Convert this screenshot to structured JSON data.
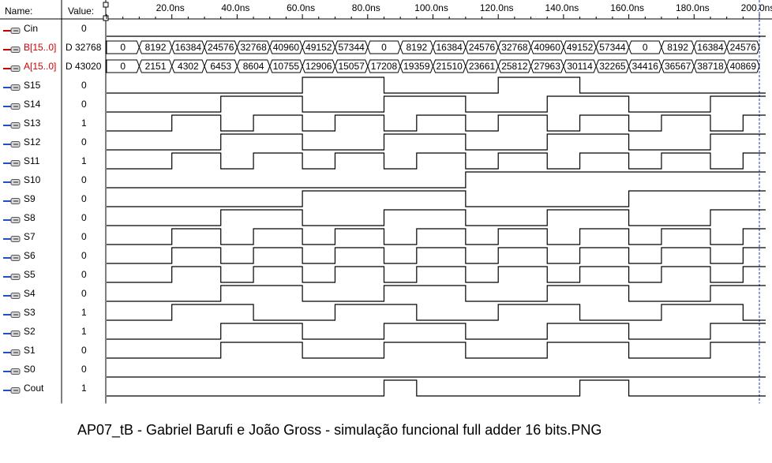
{
  "header": {
    "name_label": "Name:",
    "value_label": "Value:"
  },
  "timeline": {
    "ticks": [
      "20.0ns",
      "40.0ns",
      "60.0ns",
      "80.0ns",
      "100.0ns",
      "120.0ns",
      "140.0ns",
      "160.0ns",
      "180.0ns",
      "200.0ns"
    ]
  },
  "signals": [
    {
      "name": "Cin",
      "value": "0",
      "kind": "input",
      "type": "bit",
      "transitions": [],
      "init": 0
    },
    {
      "name": "B[15..0]",
      "value": "D 32768",
      "kind": "input",
      "type": "bus",
      "segments": [
        "0",
        "8192",
        "16384",
        "24576",
        "32768",
        "40960",
        "49152",
        "57344",
        "0",
        "8192",
        "16384",
        "24576",
        "32768",
        "40960",
        "49152",
        "57344",
        "0",
        "8192",
        "16384",
        "24576"
      ]
    },
    {
      "name": "A[15..0]",
      "value": "D 43020",
      "kind": "input",
      "type": "bus",
      "segments": [
        "0",
        "2151",
        "4302",
        "6453",
        "8604",
        "10755",
        "12906",
        "15057",
        "17208",
        "19359",
        "21510",
        "23661",
        "25812",
        "27963",
        "30114",
        "32265",
        "34416",
        "36567",
        "38718",
        "40869"
      ]
    },
    {
      "name": "S15",
      "value": "0",
      "kind": "output",
      "type": "bit",
      "init": 0,
      "transitions": [
        60,
        85,
        120,
        145
      ]
    },
    {
      "name": "S14",
      "value": "0",
      "kind": "output",
      "type": "bit",
      "init": 0,
      "transitions": [
        35,
        60,
        85,
        110,
        135,
        160,
        185
      ]
    },
    {
      "name": "S13",
      "value": "1",
      "kind": "output",
      "type": "bit",
      "init": 0,
      "transitions": [
        20,
        35,
        45,
        60,
        70,
        85,
        95,
        110,
        120,
        135,
        145,
        160,
        170,
        185,
        195
      ]
    },
    {
      "name": "S12",
      "value": "0",
      "kind": "output",
      "type": "bit",
      "init": 0,
      "transitions": [
        35,
        60,
        85,
        110,
        135,
        160,
        185
      ]
    },
    {
      "name": "S11",
      "value": "1",
      "kind": "output",
      "type": "bit",
      "init": 0,
      "transitions": [
        20,
        35,
        45,
        60,
        70,
        85,
        95,
        110,
        120,
        135,
        145,
        160,
        170,
        185,
        195
      ]
    },
    {
      "name": "S10",
      "value": "0",
      "kind": "output",
      "type": "bit",
      "init": 0,
      "transitions": [
        110
      ]
    },
    {
      "name": "S9",
      "value": "0",
      "kind": "output",
      "type": "bit",
      "init": 0,
      "transitions": [
        60,
        110,
        160
      ]
    },
    {
      "name": "S8",
      "value": "0",
      "kind": "output",
      "type": "bit",
      "init": 0,
      "transitions": [
        35,
        60,
        85,
        110,
        135,
        160,
        185
      ]
    },
    {
      "name": "S7",
      "value": "0",
      "kind": "output",
      "type": "bit",
      "init": 0,
      "transitions": [
        20,
        35,
        45,
        60,
        70,
        85,
        95,
        110,
        120,
        135,
        145,
        160,
        170,
        185,
        195
      ]
    },
    {
      "name": "S6",
      "value": "0",
      "kind": "output",
      "type": "bit",
      "init": 0,
      "transitions": [
        20,
        35,
        45,
        60,
        70,
        85,
        95,
        110,
        120,
        135,
        145,
        160,
        170,
        185,
        195
      ]
    },
    {
      "name": "S5",
      "value": "0",
      "kind": "output",
      "type": "bit",
      "init": 0,
      "transitions": [
        20,
        35,
        45,
        60,
        70,
        85,
        95,
        110,
        120,
        135,
        145,
        160,
        170,
        185,
        195
      ]
    },
    {
      "name": "S4",
      "value": "0",
      "kind": "output",
      "type": "bit",
      "init": 0,
      "transitions": [
        35,
        60,
        85,
        110,
        135,
        160,
        185
      ]
    },
    {
      "name": "S3",
      "value": "1",
      "kind": "output",
      "type": "bit",
      "init": 0,
      "transitions": [
        20,
        45,
        70,
        95,
        120,
        145,
        170,
        195
      ]
    },
    {
      "name": "S2",
      "value": "1",
      "kind": "output",
      "type": "bit",
      "init": 0,
      "transitions": [
        35,
        60,
        85,
        110,
        135,
        160,
        185
      ]
    },
    {
      "name": "S1",
      "value": "0",
      "kind": "output",
      "type": "bit",
      "init": 0,
      "transitions": [
        35,
        60,
        85,
        110,
        135,
        160,
        185
      ]
    },
    {
      "name": "S0",
      "value": "0",
      "kind": "output",
      "type": "bit",
      "init": 0,
      "transitions": []
    },
    {
      "name": "Cout",
      "value": "1",
      "kind": "output",
      "type": "bit",
      "init": 0,
      "transitions": [
        85,
        95,
        145,
        160
      ]
    }
  ],
  "caption": "AP07_tB - Gabriel Barufi e João Gross - simulação funcional full adder 16 bits.PNG",
  "colors": {
    "input_pin": "#c00000",
    "output_pin": "#2050c0",
    "bus_name": "#d00000",
    "cursor": "#2030c0"
  }
}
